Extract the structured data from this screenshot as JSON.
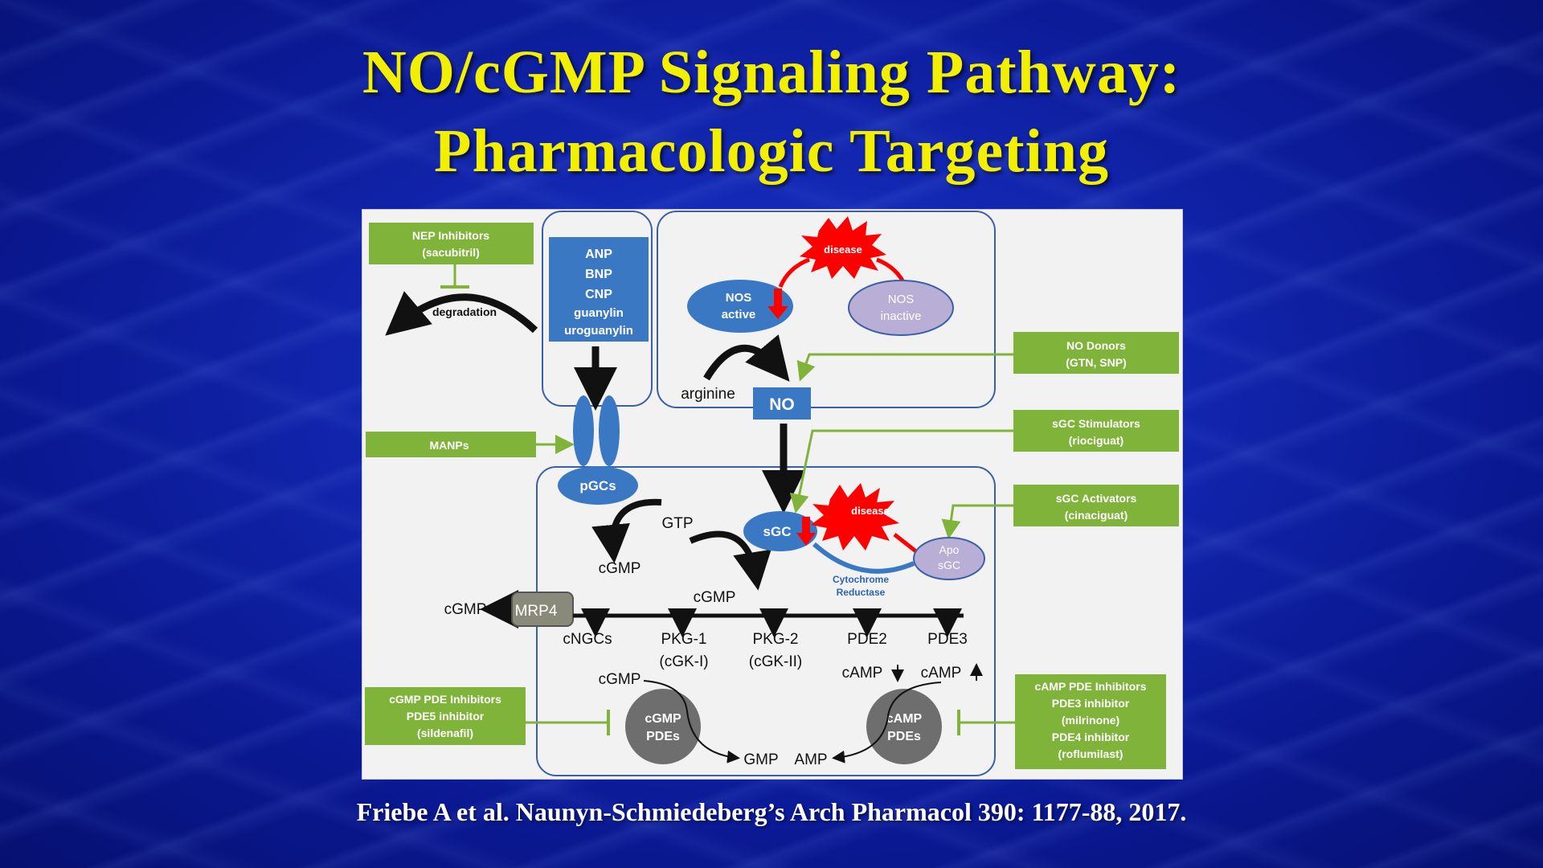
{
  "slide": {
    "title_line1": "NO/cGMP Signaling Pathway:",
    "title_line2": "Pharmacologic Targeting",
    "citation": "Friebe A et al. Naunyn-Schmiedeberg’s Arch Pharmacol 390: 1177-88, 2017."
  },
  "diagram": {
    "nep": {
      "line1": "NEP Inhibitors",
      "line2": "(sacubitril)"
    },
    "degradation": "degradation",
    "peptides": [
      "ANP",
      "BNP",
      "CNP",
      "guanylin",
      "uroguanylin"
    ],
    "manps": "MANPs",
    "pgcs": "pGCs",
    "disease_top": "disease",
    "nos_active": {
      "line1": "NOS",
      "line2": "active"
    },
    "nos_inactive": {
      "line1": "NOS",
      "line2": "inactive"
    },
    "arginine": "arginine",
    "no": "NO",
    "no_donors": {
      "line1": "NO Donors",
      "line2": "(GTN, SNP)"
    },
    "sgc_stimulators": {
      "line1": "sGC Stimulators",
      "line2": "(riociguat)"
    },
    "sgc_activators": {
      "line1": "sGC Activators",
      "line2": "(cinaciguat)"
    },
    "gtp": "GTP",
    "cgmp_left": "cGMP",
    "cgmp_right": "cGMP",
    "sgc": "sGC",
    "disease_mid": "disease",
    "apo_sgc": {
      "line1": "Apo",
      "line2": "sGC"
    },
    "cytochrome": {
      "line1": "Cytochrome",
      "line2": "Reductase"
    },
    "cgmp_out": "cGMP",
    "mrp4": "MRP4",
    "effectors": {
      "cngcs": "cNGCs",
      "pkg1": {
        "line1": "PKG-1",
        "line2": "(cGK-I)"
      },
      "pkg2": {
        "line1": "PKG-2",
        "line2": "(cGK-II)"
      },
      "pde2": "PDE2",
      "pde3": "PDE3"
    },
    "camp_down": "cAMP",
    "camp_up": "cAMP",
    "cgmp_pde_sub": "cGMP",
    "cgmp_pdes": {
      "line1": "cGMP",
      "line2": "PDEs"
    },
    "camp_pdes": {
      "line1": "cAMP",
      "line2": "PDEs"
    },
    "gmp": "GMP",
    "amp": "AMP",
    "cgmp_pde_inhibitors": {
      "line1": "cGMP PDE Inhibitors",
      "line2": "PDE5 inhibitor",
      "line3": "(sildenafil)"
    },
    "camp_pde_inhibitors": {
      "line1": "cAMP PDE Inhibitors",
      "line2": "PDE3 inhibitor",
      "line3": "(milrinone)",
      "line4": "PDE4 inhibitor",
      "line5": "(roflumilast)"
    }
  },
  "colors": {
    "title": "#f2f000",
    "drug_box": "#7fb33a",
    "molecule_blue": "#3a78c4",
    "inactive_lilac": "#b9aed6",
    "disease_red": "#ff0000",
    "pde_grey": "#6e6e6e"
  }
}
